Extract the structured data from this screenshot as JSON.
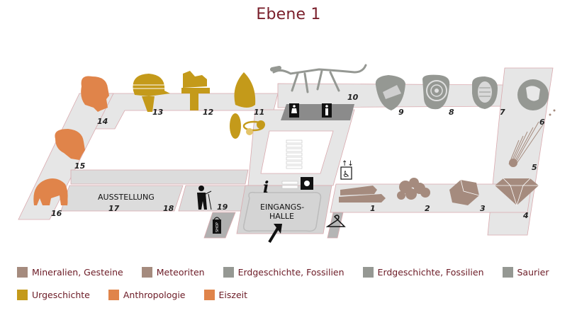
{
  "title": "Ebene 1",
  "colors": {
    "minerals": "#a58b7e",
    "earth": "#959893",
    "prehistory": "#c49a1a",
    "anthro": "#e0844a",
    "floor": "#e6e6e6",
    "wall": "#d9a9ae",
    "title": "#7a1f2b"
  },
  "map": {
    "rooms": [
      {
        "num": "1",
        "icon": "crystal-prisms-icon",
        "category": "Mineralien, Gesteine"
      },
      {
        "num": "2",
        "icon": "mineral-cluster-icon",
        "category": "Mineralien, Gesteine"
      },
      {
        "num": "3",
        "icon": "crystal-icon",
        "category": "Mineralien, Gesteine"
      },
      {
        "num": "4",
        "icon": "diamond-icon",
        "category": "Mineralien, Gesteine"
      },
      {
        "num": "5",
        "icon": "meteor-icon",
        "category": "Meteoriten"
      },
      {
        "num": "6",
        "icon": "globe-icon",
        "category": "Erdgeschichte, Fossilien"
      },
      {
        "num": "7",
        "icon": "trilobite-icon",
        "category": "Erdgeschichte, Fossilien"
      },
      {
        "num": "8",
        "icon": "ammonite-icon",
        "category": "Erdgeschichte, Fossilien"
      },
      {
        "num": "9",
        "icon": "fish-fossil-icon",
        "category": "Erdgeschichte, Fossilien"
      },
      {
        "num": "10",
        "icon": "dinosaur-skeleton-icon",
        "category": "Saurier"
      },
      {
        "num": "11",
        "icon": "venus-figurine-icon",
        "category": "Urgeschichte"
      },
      {
        "num": "12",
        "icon": "horse-figure-icon",
        "category": "Urgeschichte"
      },
      {
        "num": "13",
        "icon": "helmet-icon",
        "category": "Urgeschichte"
      },
      {
        "num": "14",
        "icon": "skull-icon",
        "category": "Anthropologie"
      },
      {
        "num": "15",
        "icon": "skull-icon",
        "category": "Anthropologie"
      },
      {
        "num": "16",
        "icon": "mammoth-icon",
        "category": "Eiszeit"
      },
      {
        "num": "17",
        "icon": "",
        "category": "Ausstellung"
      },
      {
        "num": "18",
        "icon": "",
        "category": "Ausstellung"
      },
      {
        "num": "19",
        "icon": "elderly-person-icon",
        "category": ""
      }
    ],
    "labels": {
      "exhibition": "AUSSTELLUNG",
      "hall_line1": "EINGANGS-",
      "hall_line2": "HALLE",
      "info": "i",
      "shop": "SHOP"
    }
  },
  "legend": {
    "row1": [
      {
        "label": "Mineralien, Gesteine",
        "color": "#a58b7e"
      },
      {
        "label": "Meteoriten",
        "color": "#a58b7e"
      },
      {
        "label": "Erdgeschichte, Fossilien",
        "color": "#959893"
      },
      {
        "label": "Erdgeschichte, Fossilien",
        "color": "#959893"
      },
      {
        "label": "Saurier",
        "color": "#959893"
      }
    ],
    "row2": [
      {
        "label": "Urgeschichte",
        "color": "#c49a1a"
      },
      {
        "label": "Anthropologie",
        "color": "#e0844a"
      },
      {
        "label": "Eiszeit",
        "color": "#e0844a"
      }
    ]
  }
}
